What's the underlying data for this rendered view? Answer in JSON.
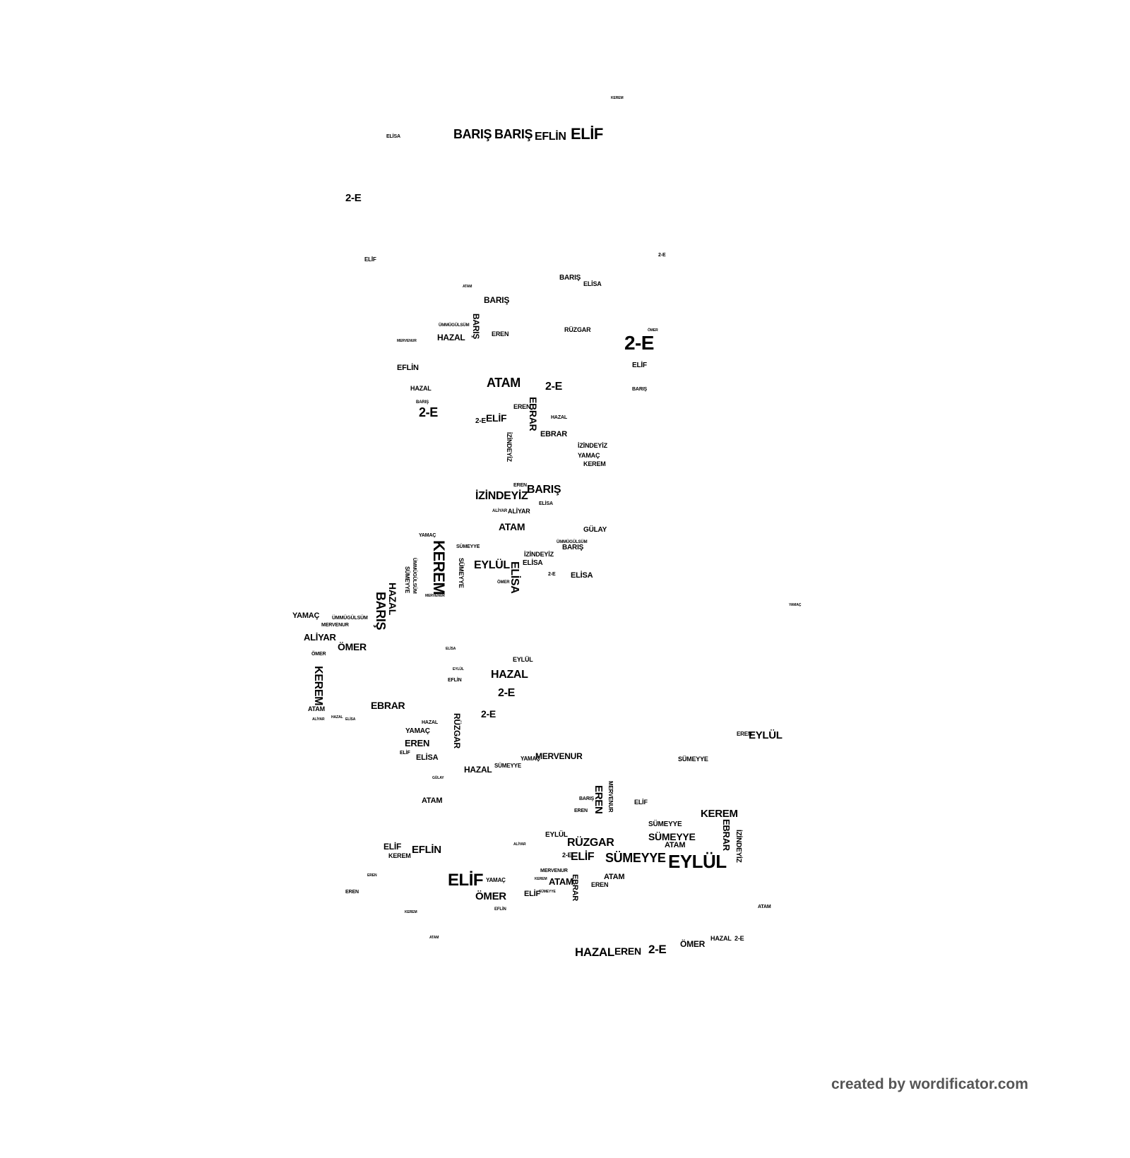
{
  "words": [
    "KEREM",
    "BARIŞ",
    "BARIŞ",
    "EFLİN",
    "ELİF",
    "ELİSA",
    "2-E",
    "ELİF",
    "2-E",
    "BARIŞ",
    "ELİSA",
    "BARIŞ",
    "ATAM",
    "ÜMMÜGÜLSÜM",
    "BARIŞ",
    "EREN",
    "HAZAL",
    "RÜZGAR",
    "2-E",
    "ÖMER",
    "MERVENUR",
    "EFLİN",
    "ELİF",
    "ATAM",
    "2-E",
    "HAZAL",
    "BARIŞ",
    "BARIŞ",
    "2-E",
    "EREN",
    "ELİF",
    "2-E",
    "EBRAR",
    "HAZAL",
    "EBRAR",
    "İZİNDEYİZ",
    "İZİNDEYİZ",
    "YAMAÇ",
    "KEREM",
    "EREN",
    "BARIŞ",
    "İZİNDEYİZ",
    "ELİSA",
    "ALİYAR",
    "ALİYAR",
    "ATAM",
    "GÜLAY",
    "ÜMMÜGÜLSÜM",
    "BARIŞ",
    "YAMAÇ",
    "KEREM",
    "SÜMEYYE",
    "İZİNDEYİZ",
    "EYLÜL",
    "ELİSA",
    "ELİSA",
    "SÜMEYYE",
    "ELİSA",
    "2-E",
    "ÖMER",
    "ÜMMÜGÜLSÜM",
    "SÜMEYYE",
    "HAZAL",
    "BARIŞ",
    "MERVENUR",
    "YAMAÇ",
    "ÜMMÜGÜLSÜM",
    "MERVENUR",
    "ALİYAR",
    "ÖMER",
    "ÖMER",
    "KEREM",
    "ATAM",
    "ALİYAR",
    "HAZAL",
    "ELİSA",
    "YAMAÇ",
    "EYLÜL",
    "HAZAL",
    "2-E",
    "EFLİN",
    "EYLÜL",
    "ELİSA",
    "EBRAR",
    "2-E",
    "RÜZGAR",
    "YAMAÇ",
    "EREN",
    "HAZAL",
    "ELİSA",
    "ELİF",
    "HAZAL",
    "SÜMEYYE",
    "MERVENUR",
    "YAMAÇ",
    "EYLÜL",
    "EREN",
    "SÜMEYYE",
    "ATAM",
    "GÜLAY",
    "EREN",
    "MERVENUR",
    "ELİF",
    "BARIŞ",
    "EREN",
    "KEREM",
    "SÜMEYYE",
    "SÜMEYYE",
    "EBRAR",
    "İZİNDEYİZ",
    "ATAM",
    "EYLÜL",
    "RÜZGAR",
    "ELİF",
    "2-E",
    "SÜMEYYE",
    "EYLÜL",
    "ELİF",
    "EFLİN",
    "KEREM",
    "ALİYAR",
    "ELİF",
    "YAMAÇ",
    "ÖMER",
    "MERVENUR",
    "ATAM",
    "EBRAR",
    "KEREM",
    "ATAM",
    "EREN",
    "ELİF",
    "SÜMEYYE",
    "EREN",
    "EREN",
    "KEREM",
    "EFLİN",
    "ATAM",
    "ATAM",
    "HAZAL",
    "EREN",
    "2-E",
    "ÖMER",
    "HAZAL",
    "2-E"
  ],
  "footer": "created by wordificator.com"
}
